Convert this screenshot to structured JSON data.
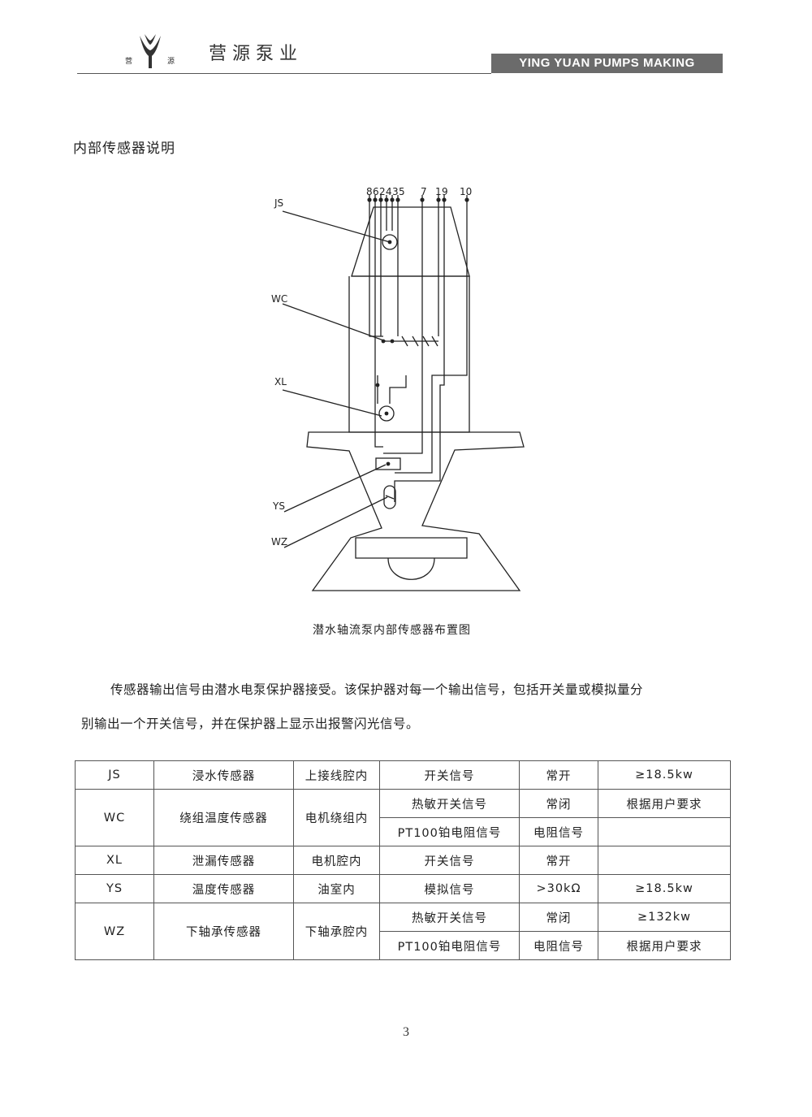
{
  "header": {
    "brand_cn": "营源泵业",
    "logo_left_char": "营",
    "logo_right_char": "源",
    "brand_en": "YING YUAN PUMPS MAKING"
  },
  "section_title": "内部传感器说明",
  "diagram": {
    "pin_labels": [
      "8",
      "6",
      "2",
      "4",
      "3",
      "5",
      "7",
      "1",
      "9",
      "10"
    ],
    "sensor_labels": {
      "js": "JS",
      "wc": "WC",
      "xl": "XL",
      "ys": "YS",
      "wz": "WZ"
    },
    "caption": "潜水轴流泵内部传感器布置图"
  },
  "paragraph": {
    "line1": "传感器输出信号由潜水电泵保护器接受。该保护器对每一个输出信号，包括开关量或模拟量分",
    "line2": "别输出一个开关信号，并在保护器上显示出报警闪光信号。"
  },
  "table": {
    "rows": {
      "js": {
        "code": "JS",
        "name": "浸水传感器",
        "location": "上接线腔内",
        "signal": "开关信号",
        "state": "常开",
        "power": "≥18.5kw"
      },
      "wc": {
        "code": "WC",
        "name": "绕组温度传感器",
        "location": "电机绕组内",
        "sub1": {
          "signal": "热敏开关信号",
          "state": "常闭",
          "power": "根据用户要求"
        },
        "sub2": {
          "signal": "PT100铂电阻信号",
          "state": "电阻信号",
          "power": ""
        }
      },
      "xl": {
        "code": "XL",
        "name": "泄漏传感器",
        "location": "电机腔内",
        "signal": "开关信号",
        "state": "常开",
        "power": ""
      },
      "ys": {
        "code": "YS",
        "name": "温度传感器",
        "location": "油室内",
        "signal": "模拟信号",
        "state": ">30kΩ",
        "power": "≥18.5kw"
      },
      "wz": {
        "code": "WZ",
        "name": "下轴承传感器",
        "location": "下轴承腔内",
        "sub1": {
          "signal": "热敏开关信号",
          "state": "常闭",
          "power": "≥132kw"
        },
        "sub2": {
          "signal": "PT100铂电阻信号",
          "state": "电阻信号",
          "power": "根据用户要求"
        }
      }
    }
  },
  "page_number": "3"
}
